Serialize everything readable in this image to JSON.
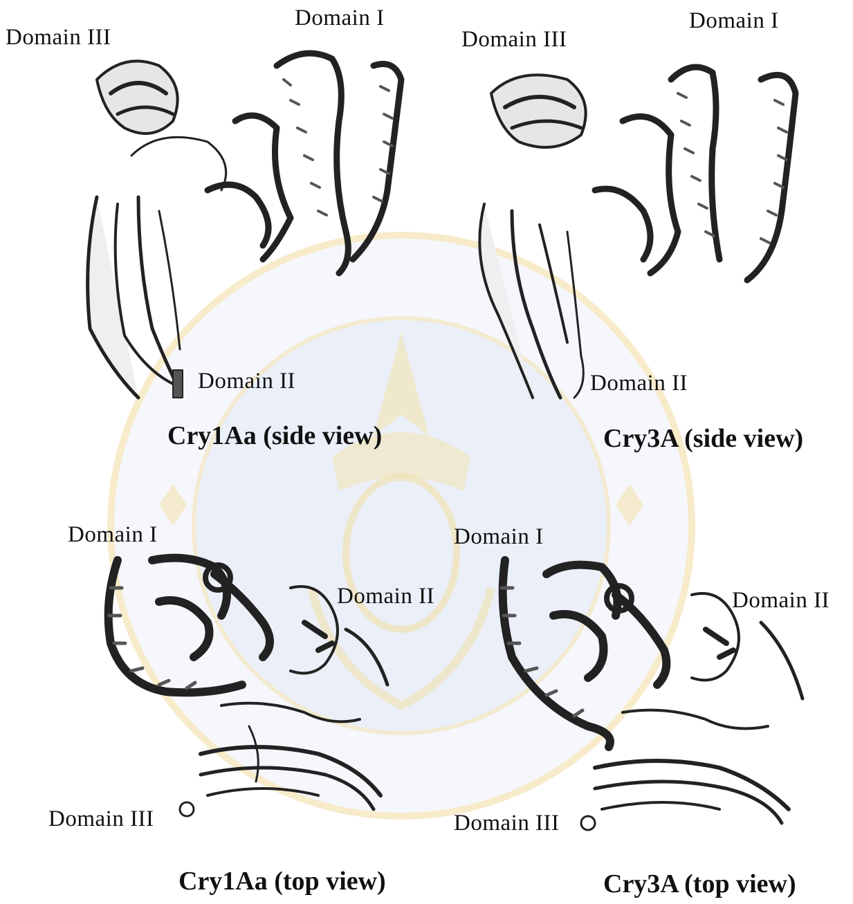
{
  "figure": {
    "watermark_icon": "university-seal",
    "colors": {
      "ink": "#111111",
      "seal": "#e9c56a",
      "seal_fill": "#dfe6f3"
    },
    "panels": [
      {
        "id": "cry1aa-side",
        "caption": "Cry1Aa (side view)",
        "labels": {
          "domain_1": "Domain I",
          "domain_2": "Domain II",
          "domain_3": "Domain III"
        }
      },
      {
        "id": "cry3a-side",
        "caption": "Cry3A (side view)",
        "labels": {
          "domain_1": "Domain I",
          "domain_2": "Domain II",
          "domain_3": "Domain III"
        }
      },
      {
        "id": "cry1aa-top",
        "caption": "Cry1Aa (top view)",
        "labels": {
          "domain_1": "Domain I",
          "domain_2": "Domain II",
          "domain_3": "Domain III"
        }
      },
      {
        "id": "cry3a-top",
        "caption": "Cry3A (top view)",
        "labels": {
          "domain_1": "Domain I",
          "domain_2": "Domain II",
          "domain_3": "Domain III"
        }
      }
    ]
  }
}
